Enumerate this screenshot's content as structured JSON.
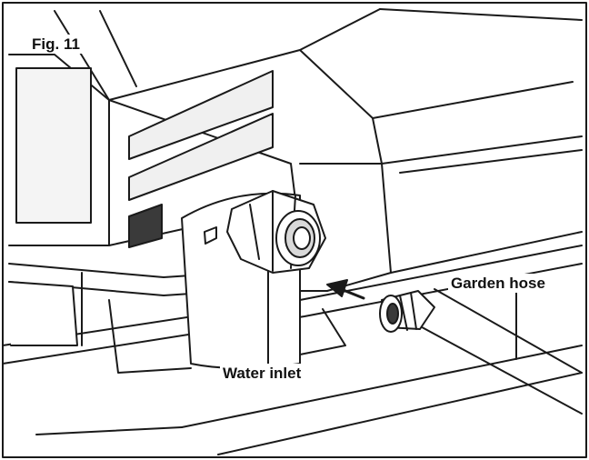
{
  "figure": {
    "label": "Fig. 11"
  },
  "callouts": {
    "water_inlet": "Water inlet",
    "garden_hose": "Garden hose"
  },
  "colors": {
    "line": "#1a1a1a",
    "background": "#ffffff",
    "shade": "#d9d9d9",
    "dark_shade": "#3a3a3a"
  }
}
